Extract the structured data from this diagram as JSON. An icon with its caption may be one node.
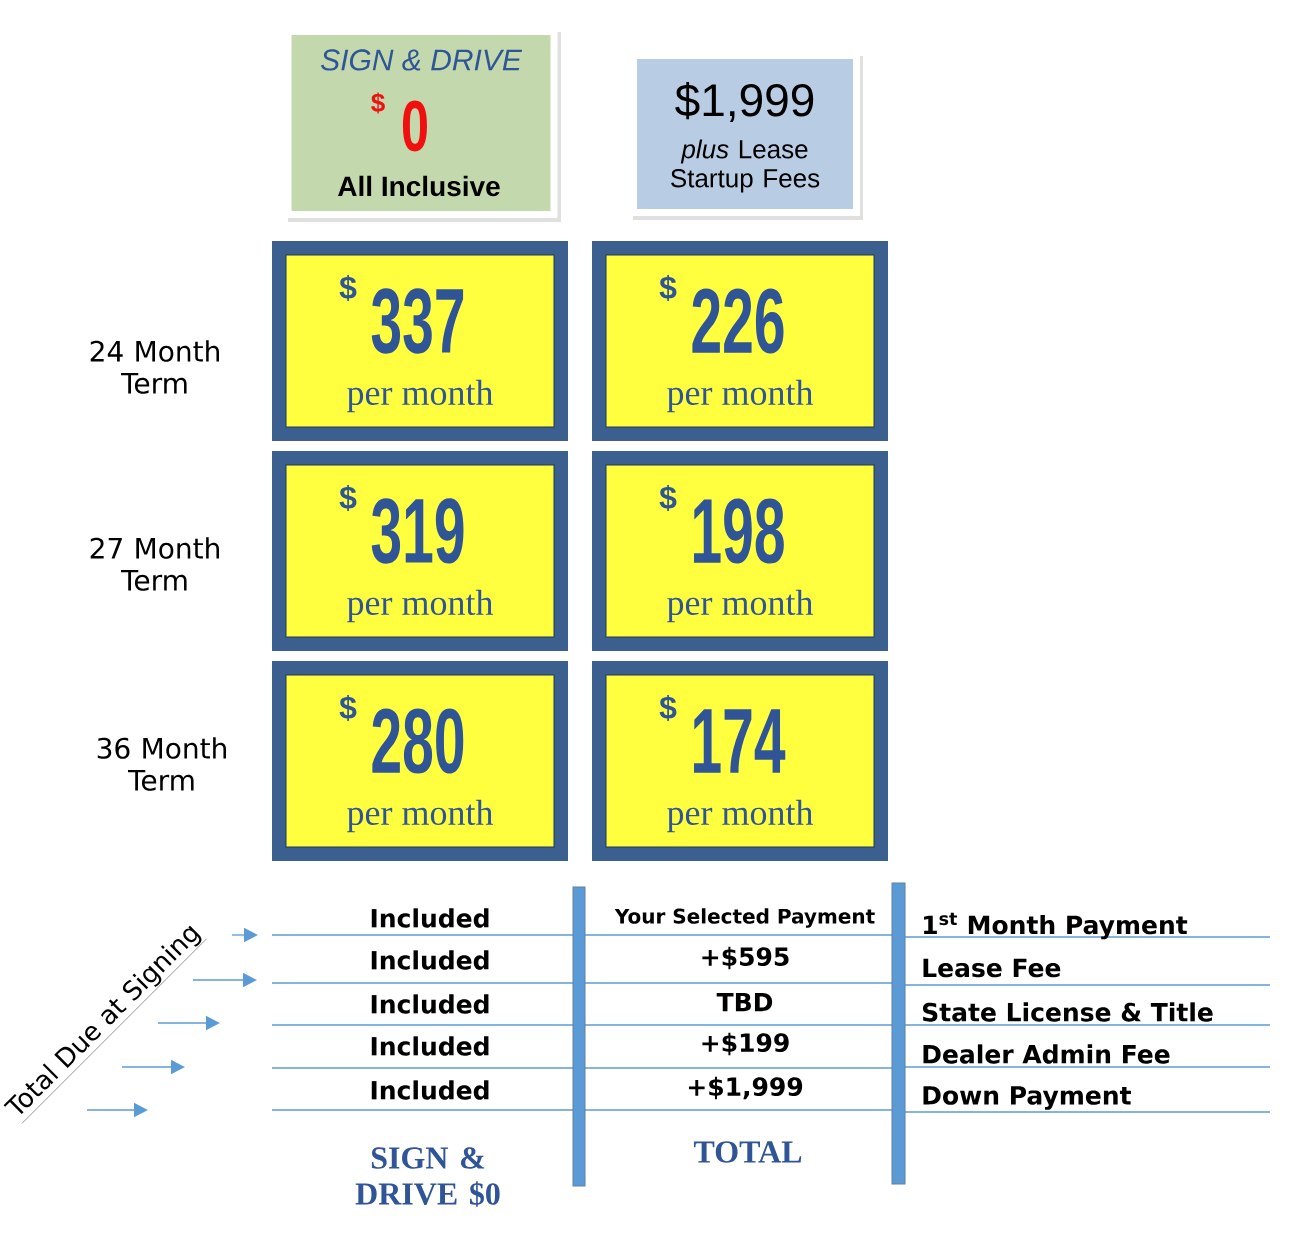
{
  "diagram": {
    "nodes": [
      {
        "text": [
          "SIGN & DRIVE",
          "$",
          "0",
          "All Inclusive"
        ]
      },
      {
        "text": [
          "$1,999",
          "*plus* Lease Startup Fees"
        ]
      },
      {
        "text": [
          "$",
          "337",
          "per month"
        ]
      },
      {
        "text": [
          "$",
          "226",
          "per month"
        ]
      },
      {
        "text": [
          "$",
          "319",
          "per month"
        ]
      },
      {
        "text": [
          "$",
          "198",
          "per month"
        ]
      },
      {
        "text": [
          "$",
          "280",
          "per month"
        ]
      },
      {
        "text": [
          "$",
          "174",
          "per month"
        ]
      }
    ],
    "labels": [
      "24 Month Term",
      "27 Month Term",
      "36 Month Term",
      "Total Due at Signing",
      "Included",
      "Your Selected Payment",
      "1$^{st}$ Month Payment",
      "Included",
      "+$595",
      "Lease Fee",
      "Included",
      "TBD",
      "State License & Title",
      "Included",
      "+$199",
      "Dealer Admin Fee",
      "Included",
      "+$1,999",
      "Down Payment",
      "SIGN & DRIVE $0",
      "TOTAL"
    ]
  }
}
